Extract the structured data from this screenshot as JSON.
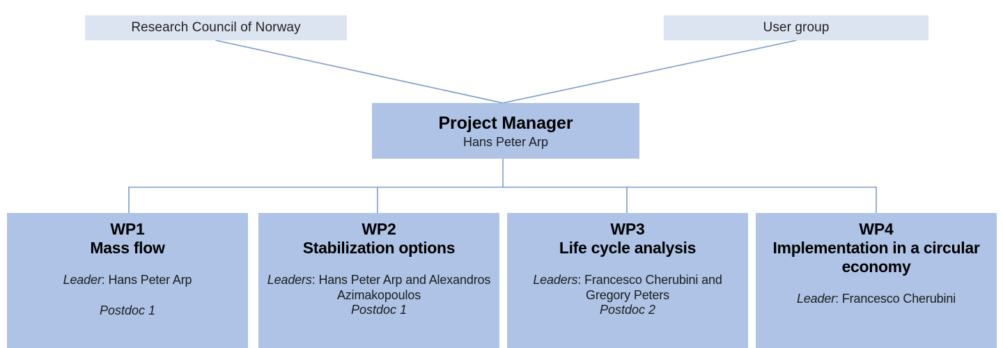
{
  "diagram": {
    "type": "organisational-chart",
    "palette": {
      "external_box_fill": "#dde4f1",
      "node_box_fill": "#aec3e5",
      "connector_line": "#7b9bd0",
      "background": "#ffffff",
      "text_primary": "#000000",
      "text_secondary": "#1c1c1c"
    }
  },
  "external": [
    {
      "id": "research-council",
      "label": "Research Council of Norway"
    },
    {
      "id": "user-group",
      "label": "User group"
    }
  ],
  "manager": {
    "title": "Project Manager",
    "person": "Hans Peter Arp"
  },
  "work_packages": [
    {
      "code": "WP1",
      "name": "Mass flow",
      "leader_label": "Leader",
      "leader_separator": ": ",
      "leaders": "Hans Peter Arp",
      "postdoc": "Postdoc 1"
    },
    {
      "code": "WP2",
      "name": "Stabilization options",
      "leader_label": "Leaders",
      "leader_separator": ": ",
      "leaders": "Hans Peter Arp and Alexandros Azimakopoulos",
      "postdoc": "Postdoc 1"
    },
    {
      "code": "WP3",
      "name": "Life cycle analysis",
      "leader_label": "Leaders",
      "leader_separator": ": ",
      "leaders": "Francesco Cherubini and Gregory Peters",
      "postdoc": "Postdoc 2"
    },
    {
      "code": "WP4",
      "name": "Implementation in a circular economy",
      "leader_label": "Leader",
      "leader_separator": ": ",
      "leaders": "Francesco Cherubini",
      "postdoc": ""
    }
  ]
}
